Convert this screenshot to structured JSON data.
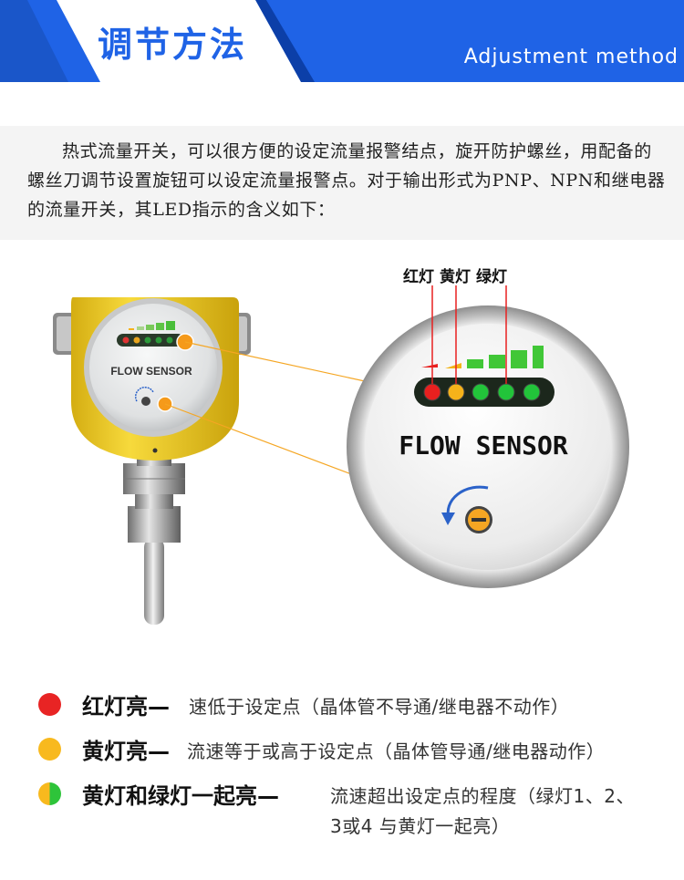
{
  "header": {
    "title": "调节方法",
    "subtitle": "Adjustment method",
    "accent_color": "#1f63e6"
  },
  "intro": {
    "text": "热式流量开关，可以很方便的设定流量报警结点，旋开防护螺丝，用配备的螺丝刀调节设置旋钮可以设定流量报警点。对于输出形式为PNP、NPN和继电器的流量开关，其LED指示的含义如下："
  },
  "illustration": {
    "device_label": "FLOW SENSOR",
    "zoom_label": "FLOW SENSOR",
    "led_labels": [
      "红灯",
      "黄灯",
      "绿灯"
    ],
    "led_colors": [
      "#e8201f",
      "#f5b21a",
      "#22c43a",
      "#22c43a",
      "#22c43a"
    ],
    "device_color": "#f2d130"
  },
  "legend": [
    {
      "title": "红灯亮—",
      "desc": "速低于设定点（晶体管不导通/继电器不动作）",
      "color": "#e82424"
    },
    {
      "title": "黄灯亮—",
      "desc": "流速等于或高于设定点（晶体管导通/继电器动作）",
      "color": "#f8b91e"
    },
    {
      "title": "黄灯和绿灯一起亮—",
      "desc": "流速超出设定点的程度（绿灯1、2、",
      "desc2": "3或4 与黄灯一起亮）",
      "color_left": "#f8b91e",
      "color_right": "#2ec43a"
    }
  ]
}
